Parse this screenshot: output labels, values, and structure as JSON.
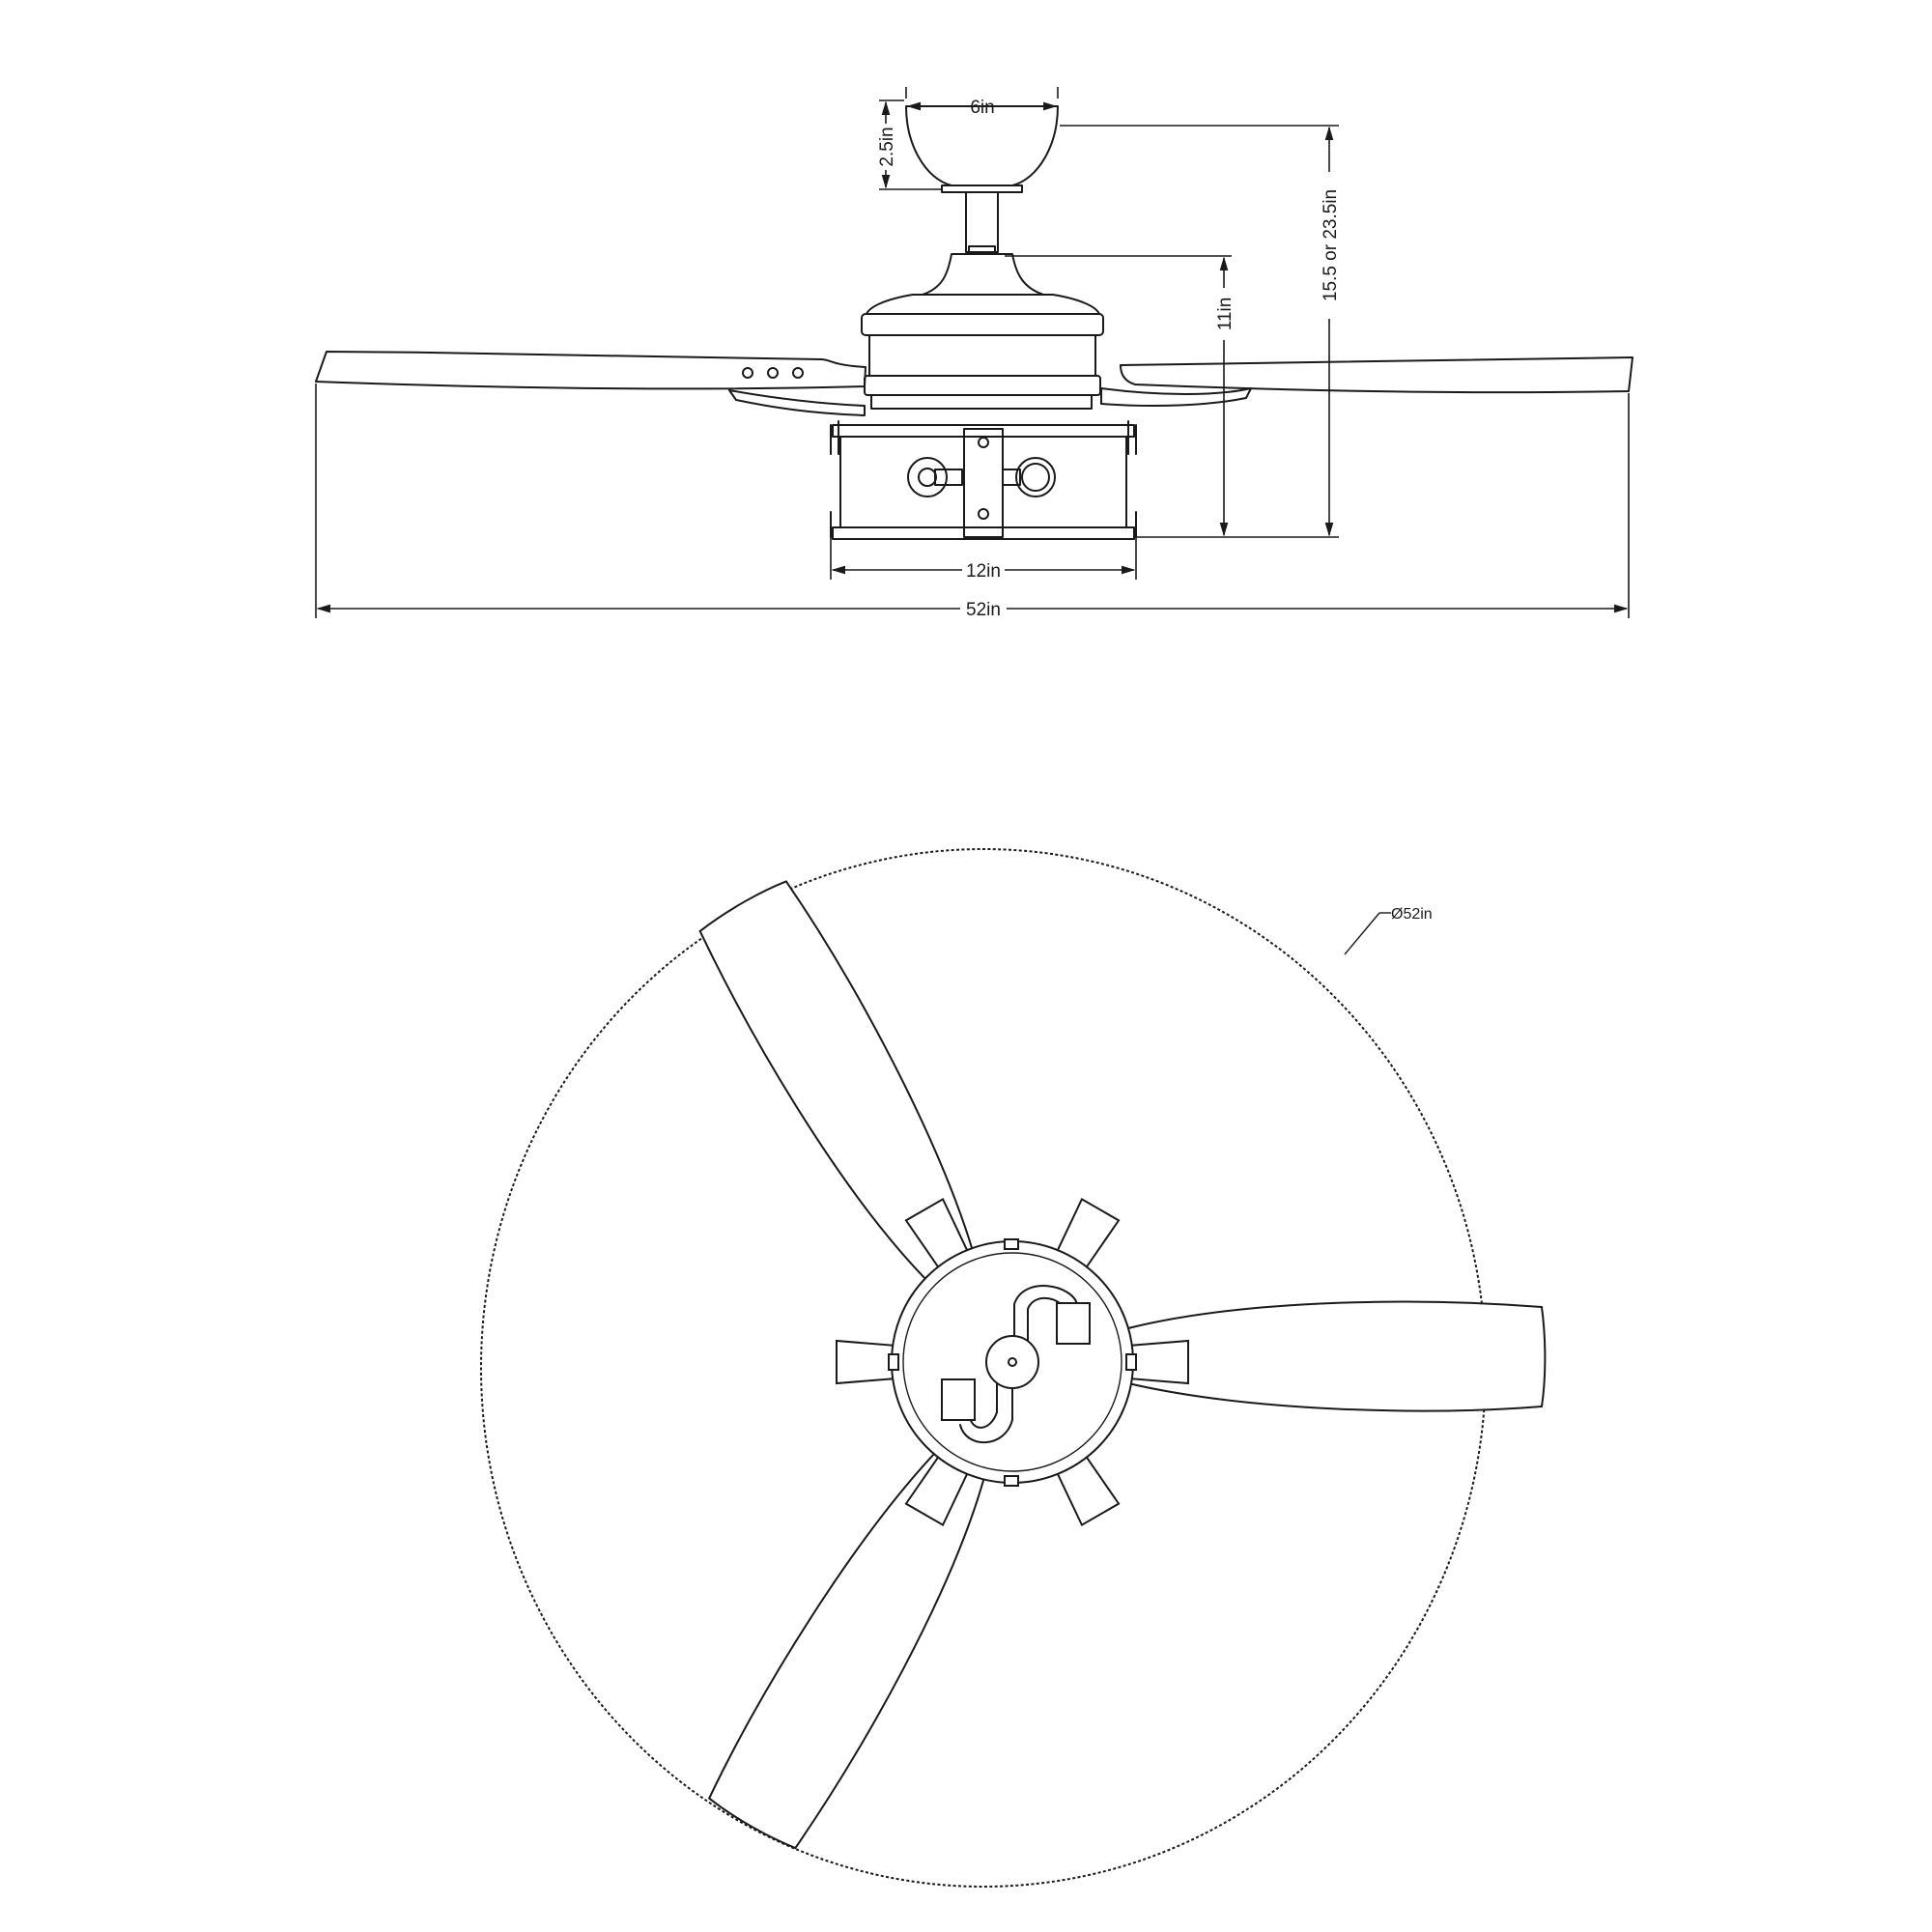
{
  "side_view": {
    "canopy_width_label": "6in",
    "canopy_height_label": "2.5in",
    "overall_height_label": "15.5 or 23.5in",
    "body_height_label": "11in",
    "light_width_label": "12in",
    "span_label": "52in"
  },
  "top_view": {
    "diameter_label": "Ø52in",
    "blade_count": 3
  },
  "colors": {
    "line": "#1a1a1a",
    "background": "#ffffff"
  }
}
